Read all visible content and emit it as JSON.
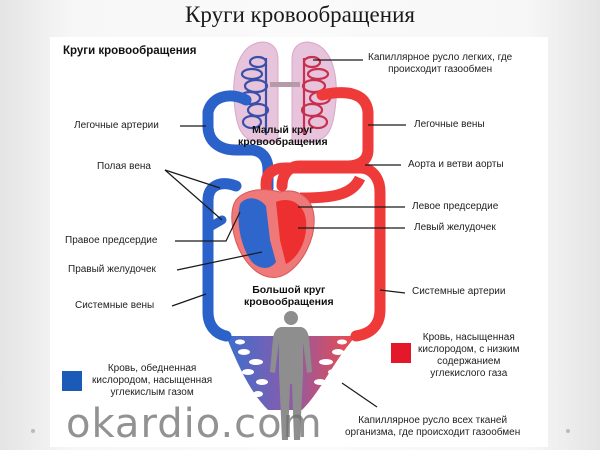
{
  "slide": {
    "title": "Круги кровообращения"
  },
  "diagram": {
    "heading": "Круги кровообращения",
    "pulmonary_circle": [
      "Малый круг",
      "кровообращения"
    ],
    "systemic_circle": [
      "Большой круг",
      "кровообращения"
    ],
    "labels": {
      "pulmonary_arteries": "Легочные артерии",
      "vena_cava": "Полая вена",
      "right_atrium": "Правое предсердие",
      "right_ventricle": "Правый желудочек",
      "systemic_veins": "Системные вены",
      "lung_capillaries": [
        "Капиллярное русло легких, где",
        "происходит газообмен"
      ],
      "pulmonary_veins": "Легочные вены",
      "aorta": "Аорта и ветви аорты",
      "left_atrium": "Левое предсердие",
      "left_ventricle": "Левый желудочек",
      "systemic_arteries": "Системные артерии",
      "tissue_capillaries": [
        "Капиллярное русло всех тканей",
        "организма, где происходит газообмен"
      ]
    },
    "legend": {
      "deoxygenated": {
        "color": "#1a5bb8",
        "text": [
          "Кровь, обедненная",
          "кислородом, насыщенная",
          "углекислым газом"
        ]
      },
      "oxygenated": {
        "color": "#e3192b",
        "text": [
          "Кровь, насыщенная",
          "кислородом, с низким",
          "содержанием",
          "углекислого газа"
        ]
      }
    },
    "colors": {
      "vein_blue": "#2a62c9",
      "artery_red": "#ef3a3a",
      "lung_pink": "#e8bfd8",
      "body_gray": "#8e8e8e"
    }
  },
  "watermark": "okardio.com"
}
